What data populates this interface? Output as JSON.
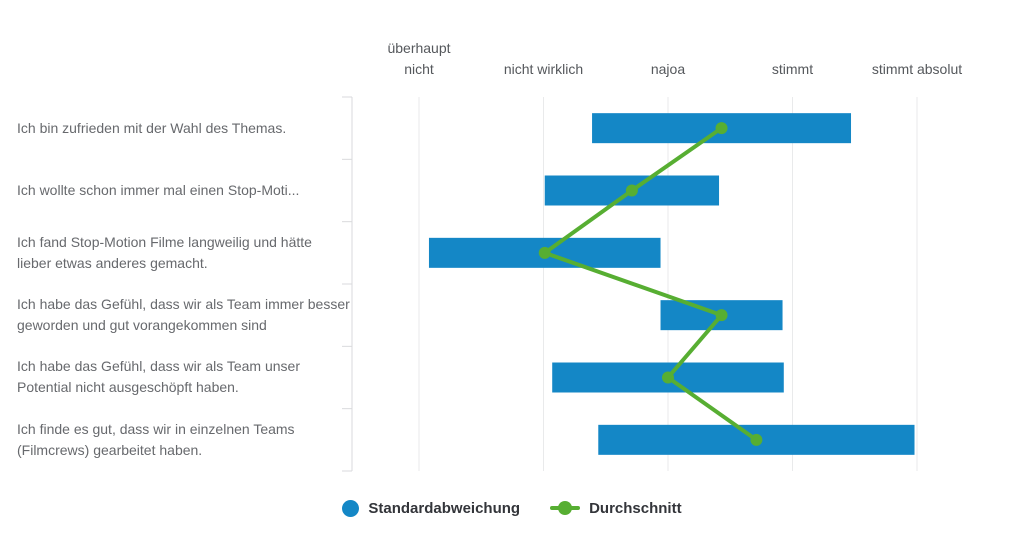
{
  "chart_data": {
    "type": "bar",
    "orientation": "horizontal",
    "title": "",
    "grid": true,
    "legend_position": "bottom",
    "x_axis": {
      "position": "top",
      "labels": [
        "überhaupt\nnicht",
        "nicht wirklich",
        "najoa",
        "stimmt",
        "stimmt absolut"
      ],
      "values": [
        1,
        2,
        3,
        4,
        5
      ],
      "xlim": [
        0.45,
        5.85
      ]
    },
    "rows": [
      {
        "label": "Ich bin zufrieden mit der Wahl des Themas.",
        "mean": 3.43,
        "std": 1.04
      },
      {
        "label": "Ich wollte schon immer mal einen Stop-Moti...",
        "mean": 2.71,
        "std": 0.7
      },
      {
        "label": "Ich fand Stop-Motion Filme langweilig und hätte lieber etwas anderes gemacht.",
        "mean": 2.01,
        "std": 0.93
      },
      {
        "label": "Ich habe das Gefühl, dass wir als Team immer besser geworden und gut vorangekommen sind",
        "mean": 3.43,
        "std": 0.49
      },
      {
        "label": "Ich habe das Gefühl, dass wir als Team unser Potential nicht ausgeschöpft haben.",
        "mean": 3.0,
        "std": 0.93
      },
      {
        "label": "Ich finde es gut, dass wir in einzelnen Teams (Filmcrews) gearbeitet haben.",
        "mean": 3.71,
        "std": 1.27
      }
    ],
    "series": [
      {
        "name": "Standardabweichung",
        "type": "bar",
        "color": "#1487c6"
      },
      {
        "name": "Durchschnitt",
        "type": "line",
        "color": "#57ae32"
      }
    ]
  },
  "colors": {
    "bar_blue": "#1487c6",
    "line_green": "#57ae32",
    "grid": "#e9eaeb",
    "axis": "#d9dadc"
  }
}
